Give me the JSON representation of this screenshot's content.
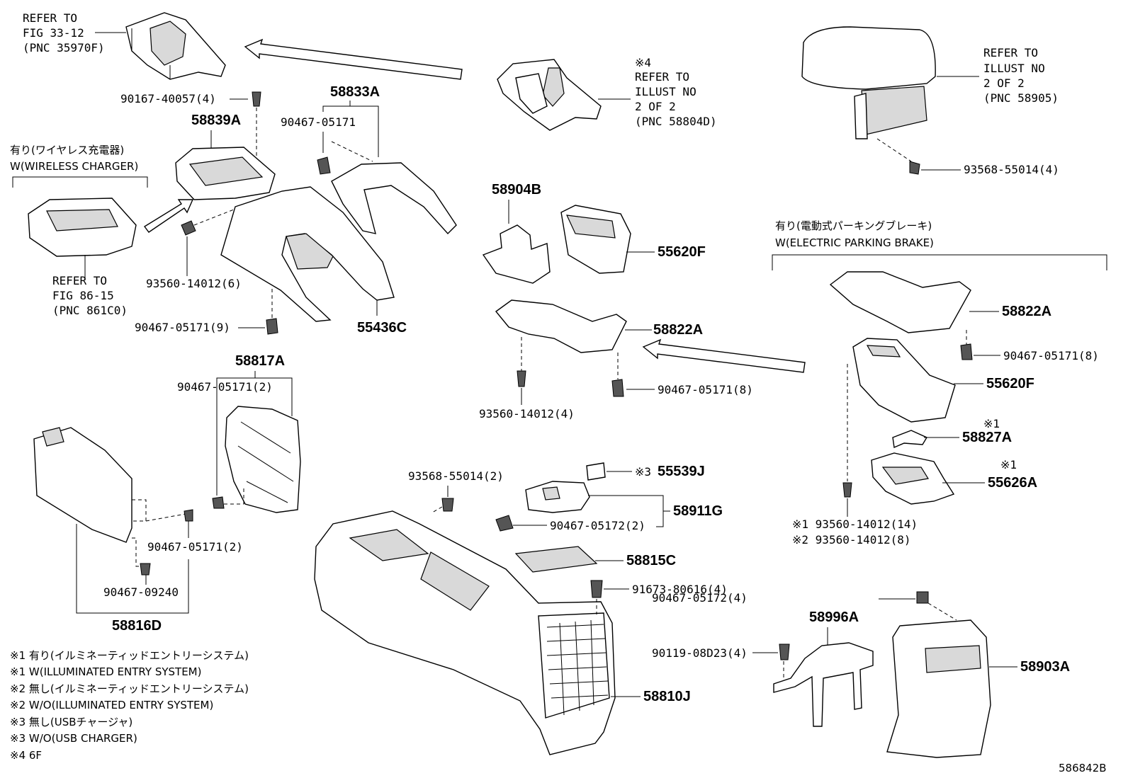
{
  "refs": {
    "top_left": [
      "REFER TO",
      "FIG 33-12",
      "(PNC 35970F)"
    ],
    "top_mid_mark": "※4",
    "top_mid": [
      "REFER TO",
      "ILLUST NO",
      "2 OF 2",
      "(PNC 58804D)"
    ],
    "top_right": [
      "REFER TO",
      "ILLUST NO",
      "2 OF 2",
      "(PNC 58905)"
    ],
    "wireless": [
      "REFER TO",
      "FIG 86-15",
      "(PNC 861C0)"
    ]
  },
  "groups": {
    "wireless_jp": "有り(ワイヤレス充電器)",
    "wireless_en": "W(WIRELESS CHARGER)",
    "epb_jp": "有り(電動式パーキングブレーキ)",
    "epb_en": "W(ELECTRIC PARKING BRAKE)"
  },
  "parts": {
    "p90167_40057": "90167-40057(4)",
    "p58833A": "58833A",
    "p58839A": "58839A",
    "p90467_05171_a": "90467-05171",
    "p93560_14012_6": "93560-14012(6)",
    "p90467_05171_9": "90467-05171(9)",
    "p55436C": "55436C",
    "p93568_55014_4": "93568-55014(4)",
    "p58904B": "58904B",
    "p55620F_mid": "55620F",
    "p58822A_mid": "58822A",
    "p93560_14012_4": "93560-14012(4)",
    "p90467_05171_8_mid": "90467-05171(8)",
    "p58822A_right": "58822A",
    "p90467_05171_8_right": "90467-05171(8)",
    "p55620F_right": "55620F",
    "p58827A_mark": "※1",
    "p58827A": "58827A",
    "p55626A_mark": "※1",
    "p55626A": "55626A",
    "p93560_14012_14": "※1 93560-14012(14)",
    "p93560_14012_8": "※2 93560-14012(8)",
    "p58817A": "58817A",
    "p90467_05171_2_top": "90467-05171(2)",
    "p90467_05171_2_bot": "90467-05171(2)",
    "p90467_09240": "90467-09240",
    "p58816D": "58816D",
    "p93568_55014_2": "93568-55014(2)",
    "p55539J_mark": "※3",
    "p55539J": "55539J",
    "p58911G": "58911G",
    "p90467_05172_2": "90467-05172(2)",
    "p58815C": "58815C",
    "p91673_80616": "91673-80616(4)",
    "p58810J": "58810J",
    "p90467_05172_4": "90467-05172(4)",
    "p58996A": "58996A",
    "p90119_08D23": "90119-08D23(4)",
    "p58903A": "58903A"
  },
  "notes": [
    "※1 有り(イルミネーティッドエントリーシステム)",
    "※1 W(ILLUMINATED ENTRY SYSTEM)",
    "※2 無し(イルミネーティッドエントリーシステム)",
    "※2 W/O(ILLUMINATED ENTRY SYSTEM)",
    "※3 無し(USBチャージャ)",
    "※3 W/O(USB CHARGER)",
    "※4 6F"
  ],
  "diagram_id": "586842B"
}
